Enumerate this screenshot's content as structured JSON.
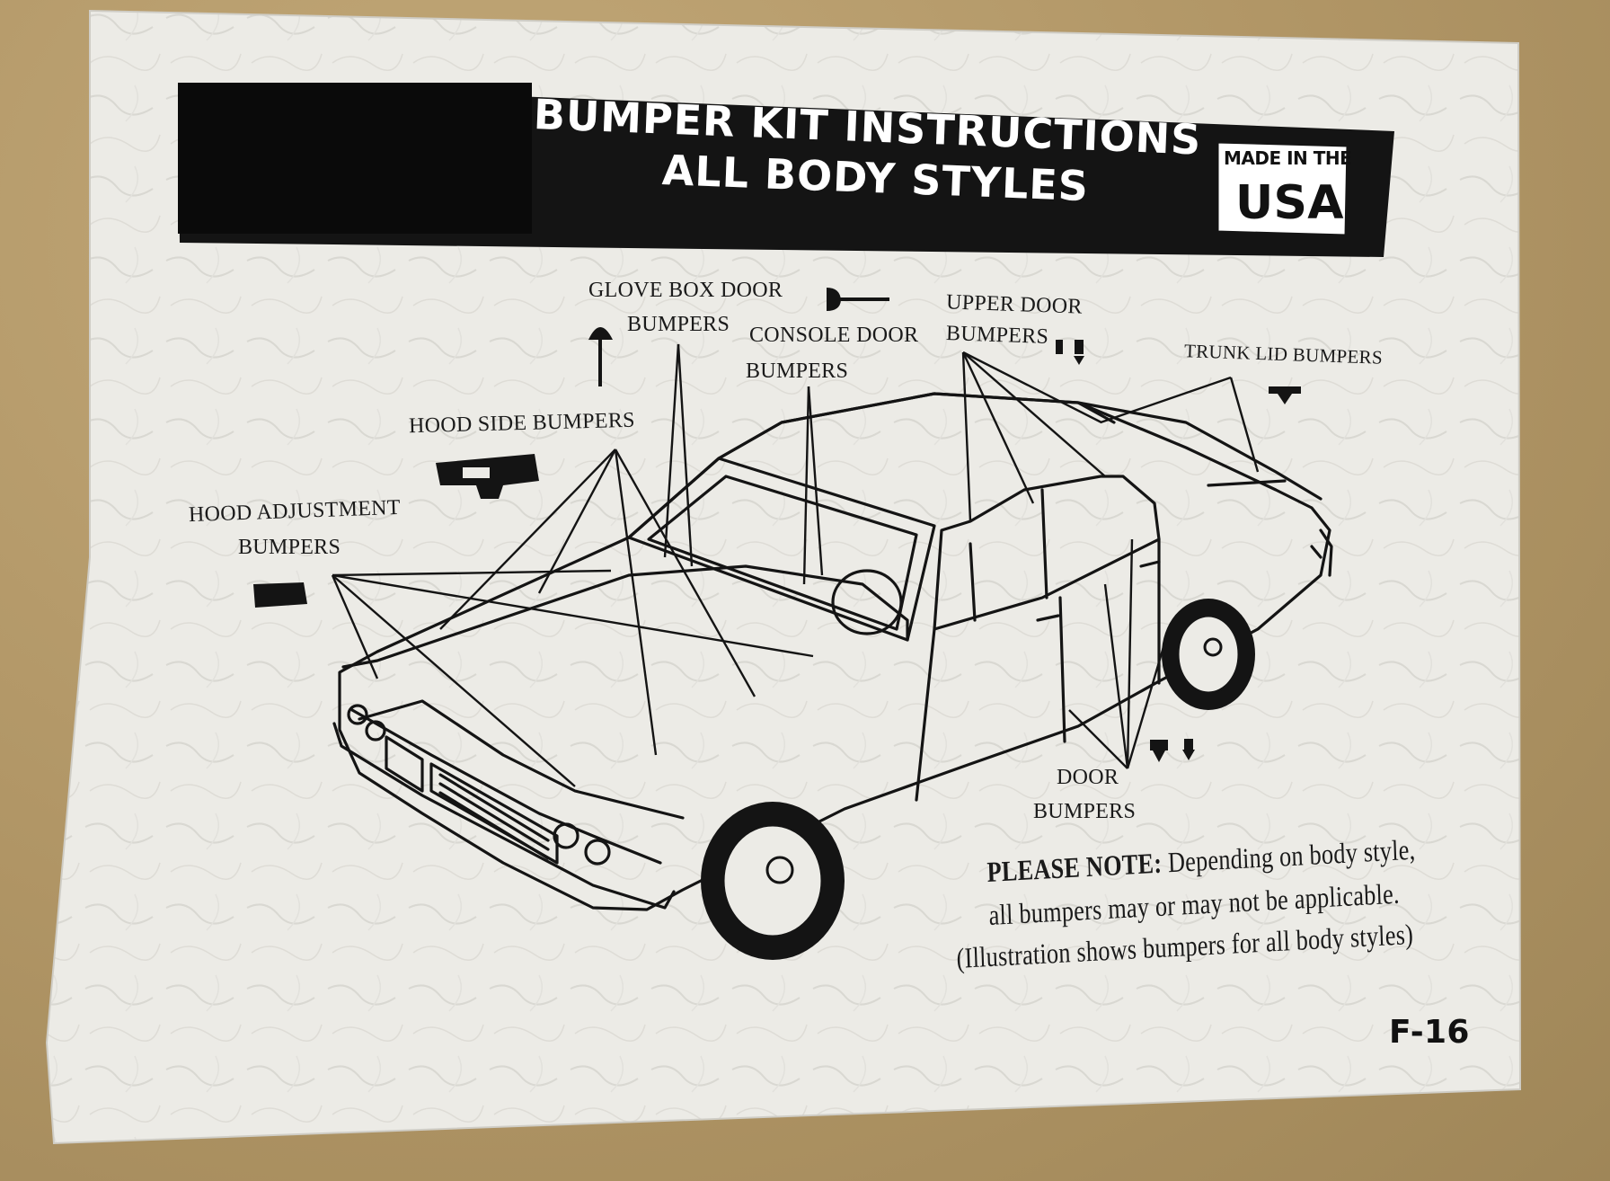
{
  "header": {
    "title_line1": "BUMPER KIT INSTRUCTIONS",
    "title_line2": "ALL BODY STYLES",
    "badge_small": "MADE IN THE",
    "badge_big": "USA"
  },
  "labels": {
    "glove_box_1": "GLOVE BOX DOOR",
    "glove_box_2": "BUMPERS",
    "console_1": "CONSOLE DOOR",
    "console_2": "BUMPERS",
    "upper_door_1": "UPPER DOOR",
    "upper_door_2": "BUMPERS",
    "trunk_lid": "TRUNK LID BUMPERS",
    "hood_side": "HOOD SIDE BUMPERS",
    "hood_adjust_1": "HOOD ADJUSTMENT",
    "hood_adjust_2": "BUMPERS",
    "door_1": "DOOR",
    "door_2": "BUMPERS"
  },
  "note": {
    "lead": "PLEASE NOTE:",
    "line1": "Depending on body style,",
    "line2": "all bumpers may or may not be applicable.",
    "line3": "(Illustration shows bumpers for all body styles)"
  },
  "page_code": "F-16",
  "colors": {
    "paper": "#ecebe6",
    "ink": "#141414",
    "background": "#b49a6c"
  }
}
